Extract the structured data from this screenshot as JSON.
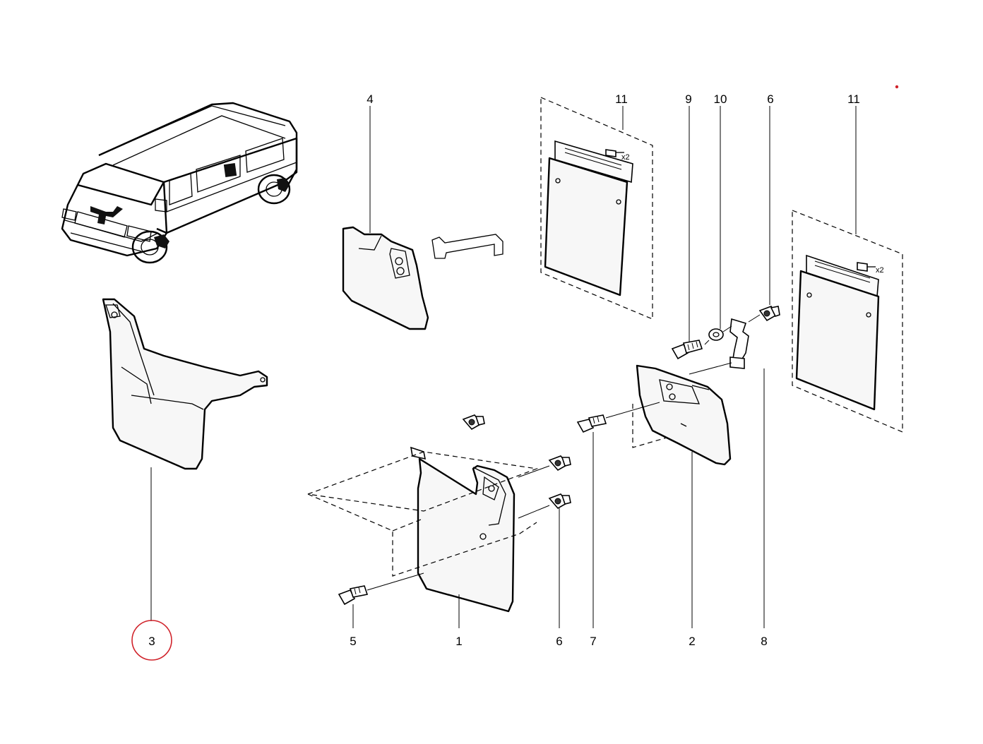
{
  "callouts": {
    "top": [
      {
        "id": "c4-top",
        "label": "4"
      },
      {
        "id": "c11-top-a",
        "label": "11"
      },
      {
        "id": "c9-top",
        "label": "9"
      },
      {
        "id": "c10-top",
        "label": "10"
      },
      {
        "id": "c6-top",
        "label": "6"
      },
      {
        "id": "c11-top-b",
        "label": "11"
      }
    ],
    "bottom": [
      {
        "id": "c3-bottom",
        "label": "3"
      },
      {
        "id": "c5-bottom",
        "label": "5"
      },
      {
        "id": "c1-bottom",
        "label": "1"
      },
      {
        "id": "c6-bottom",
        "label": "6"
      },
      {
        "id": "c7-bottom",
        "label": "7"
      },
      {
        "id": "c2-bottom",
        "label": "2"
      },
      {
        "id": "c8-bottom",
        "label": "8"
      }
    ]
  },
  "quantity_marks": [
    "x2",
    "x2"
  ],
  "highlight": {
    "color": "#d0222a",
    "circled_callout": "3"
  },
  "accent_dot_color": "#d0222a"
}
